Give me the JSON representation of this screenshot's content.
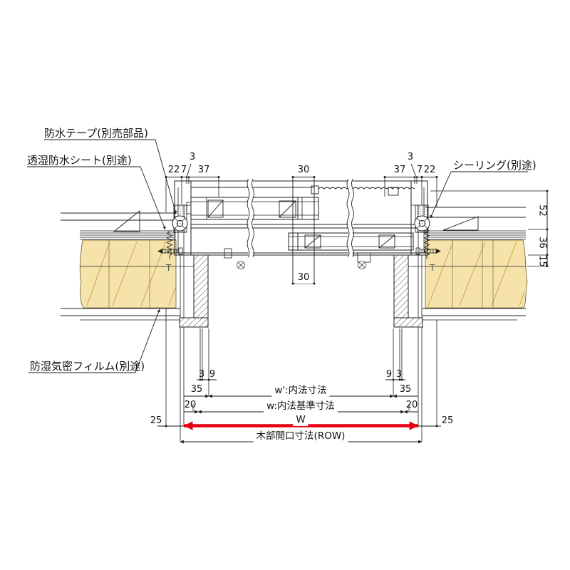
{
  "meta": {
    "wood_fill": "#f6e3aa",
    "wood_grain": "#c9a452",
    "red_accent": "#e60012",
    "line_color": "#1a1a1a"
  },
  "callouts": {
    "waterproof_tape": "防水テープ(別売部品)",
    "breathable_waterproof_sheet": "透湿防水シート(別途)",
    "sealing": "シーリング(別途)",
    "moisture_barrier_film": "防湿気密フィルム(別途)"
  },
  "dims": {
    "top_left": {
      "v3": "3",
      "v22": "22",
      "v7": "7",
      "v37": "37"
    },
    "top_center": {
      "v30": "30"
    },
    "top_right": {
      "v37": "37",
      "v3": "3",
      "v7": "7",
      "v22": "22"
    },
    "right": {
      "v52": "52",
      "v36": "36",
      "v15": "15"
    },
    "bottom_left": {
      "v3": "3",
      "v9": "9",
      "v35": "35",
      "v20": "20",
      "v25": "25"
    },
    "bottom_center": {
      "v30": "30"
    },
    "bottom_right": {
      "v9": "9",
      "v3": "3",
      "v35": "35",
      "v20": "20",
      "v25": "25"
    },
    "width_lines": {
      "w_inner": "w':内法寸法",
      "w_base": "w:内法基準寸法",
      "w_label": "W",
      "row_label": "木部開口寸法(ROW)"
    }
  },
  "annotations": {
    "t_left": "T",
    "t_right": "T"
  }
}
